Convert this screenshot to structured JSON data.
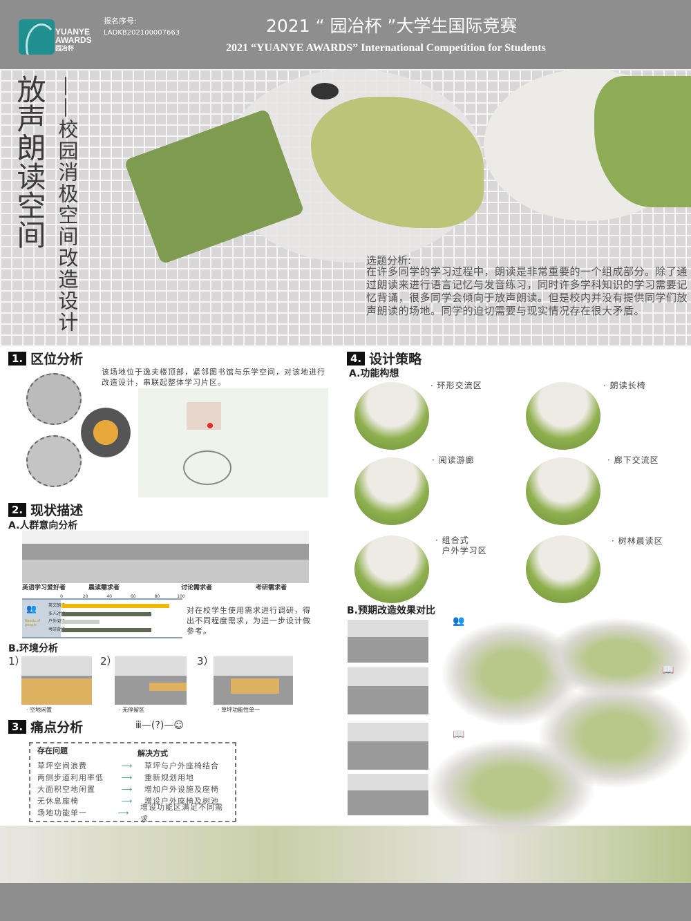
{
  "header": {
    "logo_text": [
      "YUANYE",
      "AWARDS",
      "园冶杯"
    ],
    "reg_label": "报名序号:",
    "reg_number": "LADKB202100007663",
    "title_cn": "2021 “ 园冶杯 ”大学生国际竞赛",
    "title_en": "2021 “YUANYE AWARDS” International Competition for  Students"
  },
  "hero": {
    "title": "放声朗读空间",
    "subtitle": "——校园消极空间改造设计",
    "analysis_title": "选题分析:",
    "analysis_text": "在许多同学的学习过程中，朗读是非常重要的一个组成部分。除了通过朗读来进行语言记忆与发音练习，同时许多学科知识的学习需要记忆背诵，很多同学会倾向于放声朗读。但是校内并没有提供同学们放声朗读的场地。同学的迫切需要与现实情况存在很大矛盾。"
  },
  "s1": {
    "num": "1.",
    "title": "区位分析",
    "text": "该场地位于逸夫楼顶部，紧邻图书馆与乐学空间，对该地进行改造设计，串联起整体学习片区。"
  },
  "s2": {
    "num": "2.",
    "title": "现状描述",
    "subA": "A.人群意向分析",
    "groups": [
      "英语学习爱好者",
      "晨读需求者",
      "讨论需求者",
      "考研需求者"
    ],
    "chart_text": "对在校学生使用需求进行调研，得出不同程度需求，为进一步设计做参考。",
    "subB": "B.环境分析",
    "env": [
      {
        "n": "1）",
        "label": "· 空地闲置"
      },
      {
        "n": "2）",
        "label": "· 无停留区"
      },
      {
        "n": "3）",
        "label": "· 草坪功能性单一"
      }
    ]
  },
  "chart_data": {
    "type": "bar",
    "orientation": "horizontal",
    "categories": [
      "英文朗读",
      "多人讨论",
      "户外阅读",
      "考研背诵"
    ],
    "values": [
      90,
      75,
      32,
      75
    ],
    "colors": [
      "#f2b705",
      "#5d6b55",
      "#c9cfc6",
      "#5d6b55"
    ],
    "xticks": [
      0,
      20,
      40,
      60,
      80,
      100
    ],
    "xlim": [
      0,
      100
    ],
    "side_label": "Needs of people"
  },
  "s3": {
    "num": "3.",
    "title": "痛点分析",
    "col1": "存在问题",
    "col2": "解决方式",
    "rows": [
      [
        "草坪空间浪费",
        "草坪与户外座椅结合"
      ],
      [
        "两侧步道利用率低",
        "重新规划用地"
      ],
      [
        "大面积空地闲置",
        "增加户外设施及座椅"
      ],
      [
        "无休息座椅",
        "增设户外座椅及树池"
      ],
      [
        "场地功能单一",
        "增设功能区满足不同需求"
      ]
    ]
  },
  "s4": {
    "num": "4.",
    "title": "设计策略",
    "subA": "A.功能构想",
    "functions": [
      "· 环形交流区",
      "· 朗读长椅",
      "· 阅读游廊",
      "· 廊下交流区",
      "· 组合式\n  户外学习区",
      "· 树林晨读区"
    ],
    "subB": "B.预期改造效果对比"
  }
}
